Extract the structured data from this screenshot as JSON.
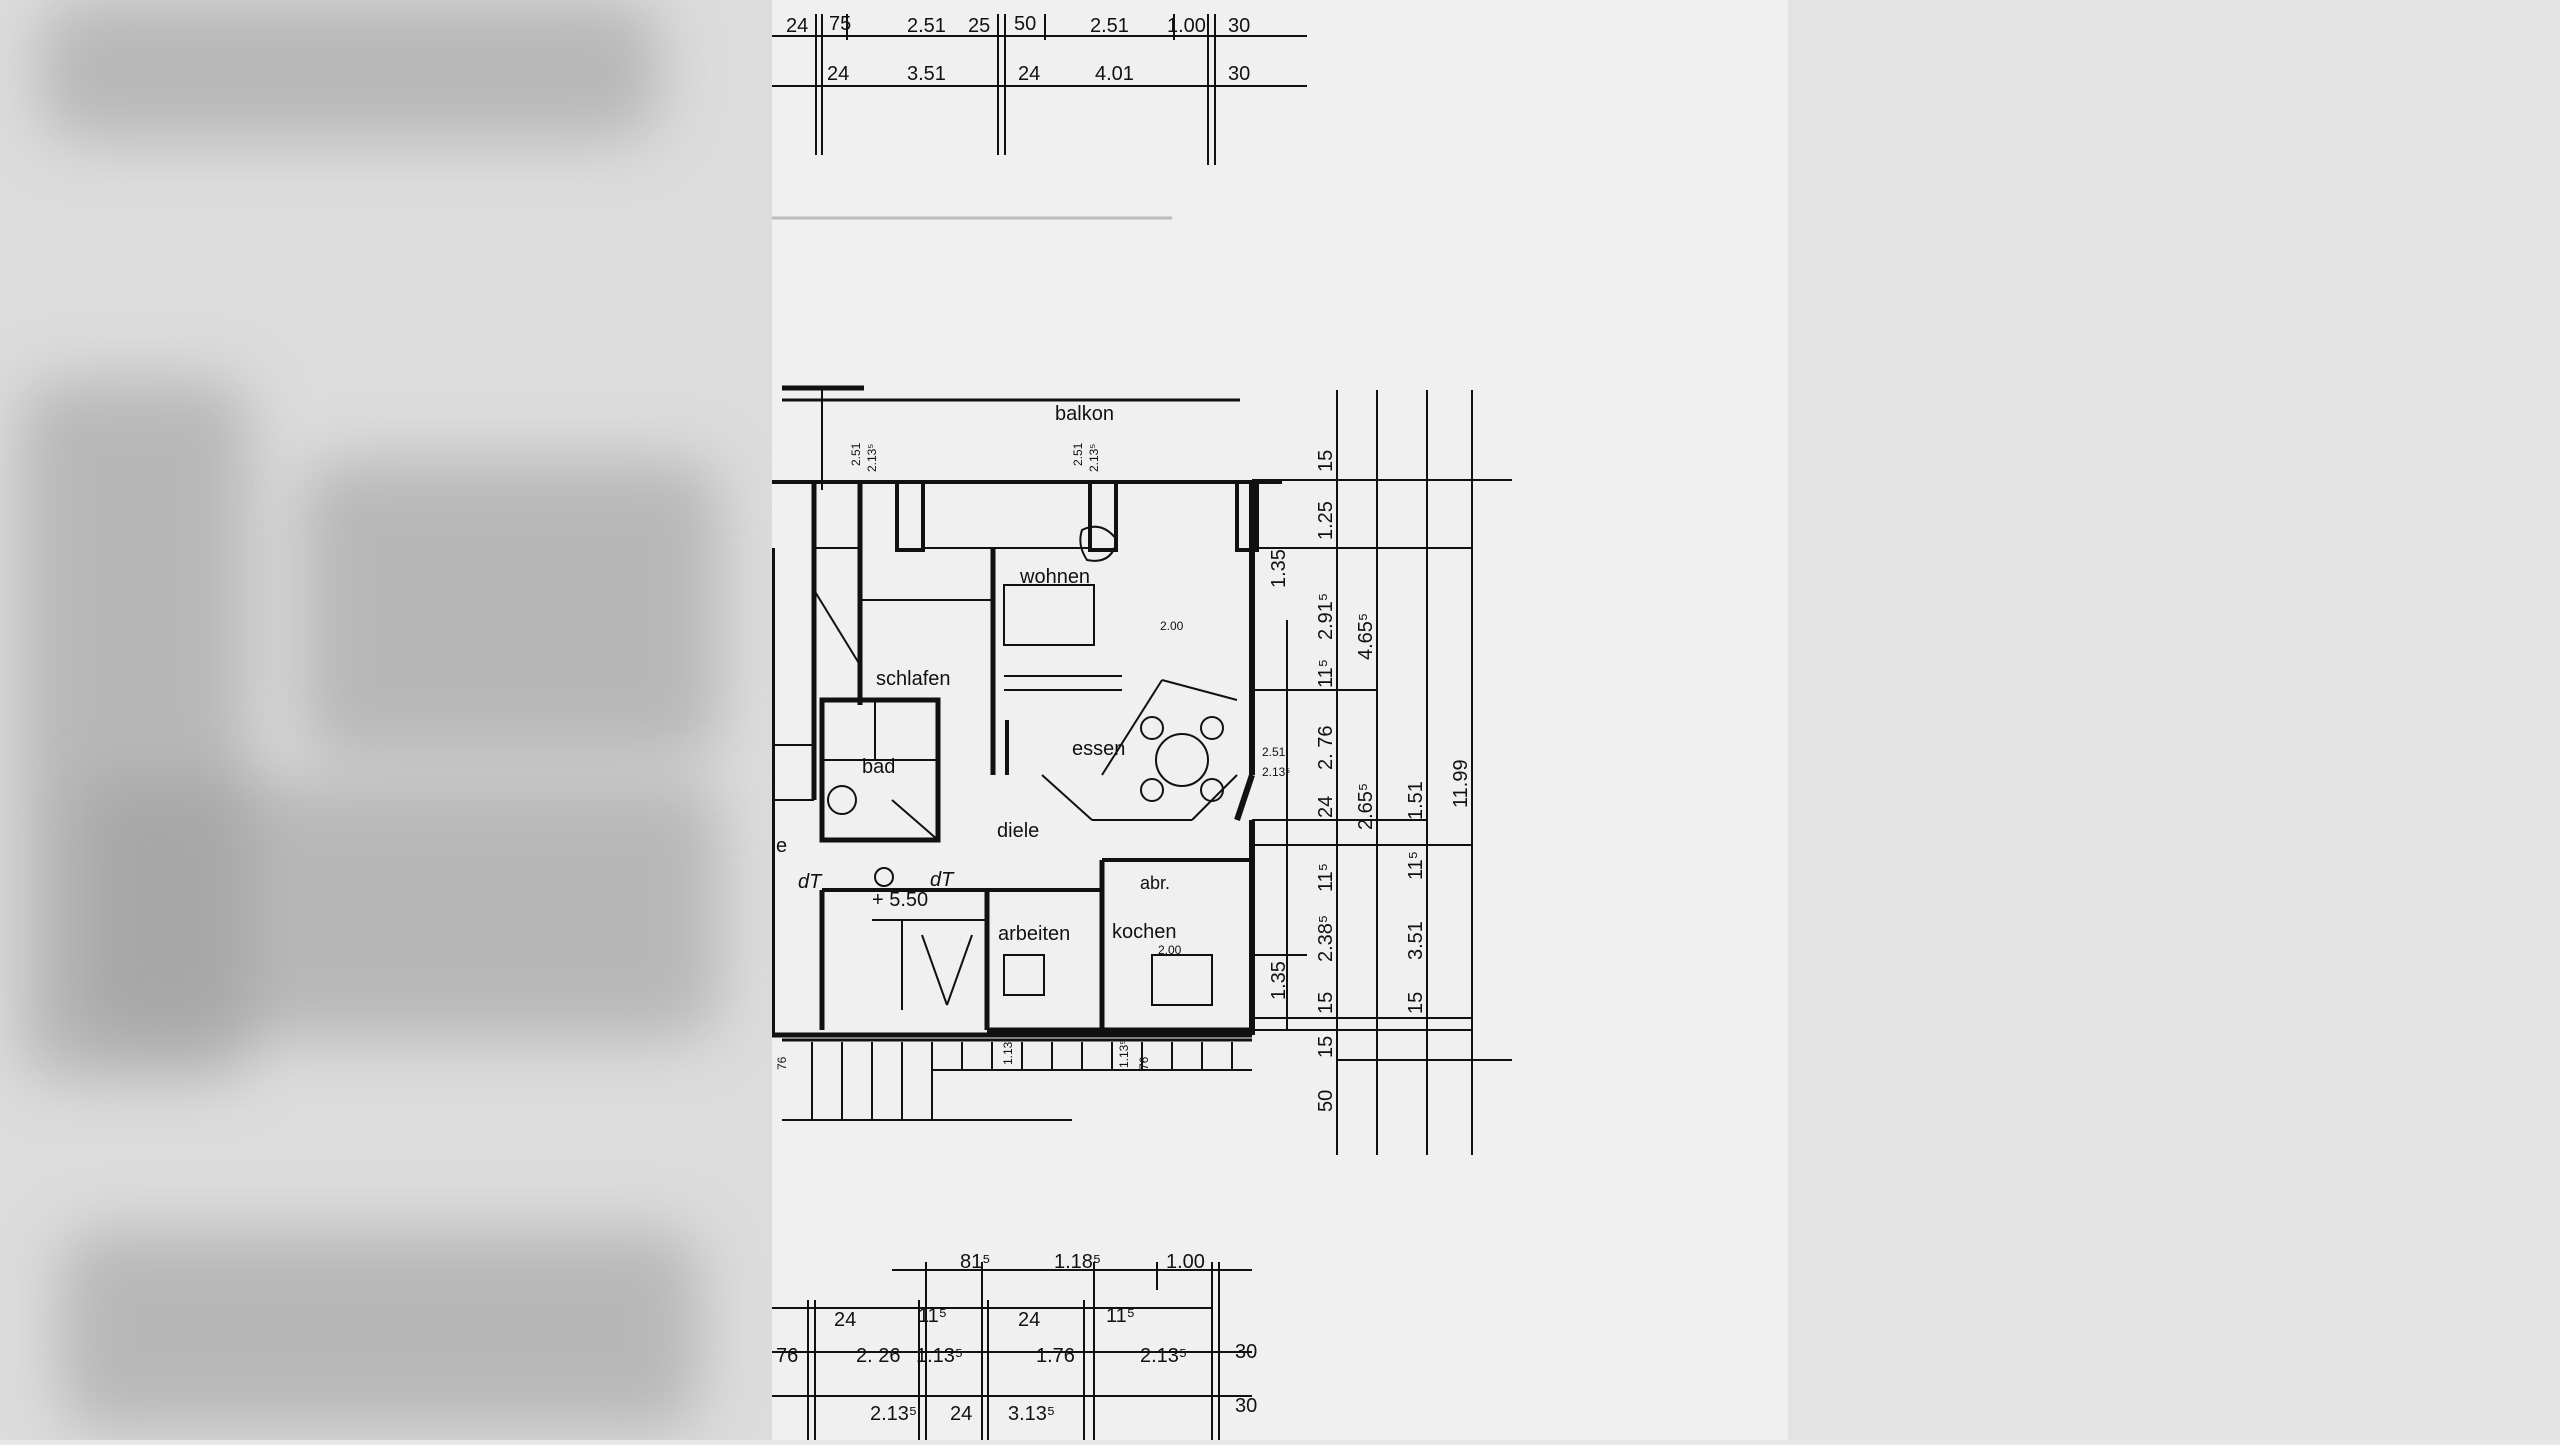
{
  "plan": {
    "rooms": {
      "balkon": "balkon",
      "wohnen": "wohnen",
      "schlafen": "schlafen",
      "essen": "essen",
      "bad": "bad",
      "diele": "diele",
      "abr": "abr.",
      "arbeiten": "arbeiten",
      "kochen": "kochen",
      "e": "e"
    },
    "level": "+ 5.50",
    "dt_left": "dT",
    "dt_right": "dT",
    "top_dims_row1": [
      "24",
      "75",
      "2.51",
      "25",
      "50",
      "2.51",
      "1.00",
      "30"
    ],
    "top_dims_row2": [
      "24",
      "3.51",
      "24",
      "4.01",
      "30"
    ],
    "bottom_dims_row1": [
      "81⁵",
      "1.18⁵",
      "1.00"
    ],
    "bottom_dims_row2": [
      "24",
      "11⁵",
      "24",
      "11⁵"
    ],
    "bottom_dims_row3": [
      "76",
      "2. 26",
      "1.13⁵",
      "1.76",
      "2.13⁵",
      "30"
    ],
    "bottom_dims_row4": [
      "2.13⁵",
      "24",
      "3.13⁵",
      "30"
    ],
    "right_dims_col1": [
      "1.35",
      "1.35"
    ],
    "right_dims_col2": [
      "15",
      "1.25",
      "2.91⁵",
      "11⁵",
      "2. 76",
      "24",
      "11⁵",
      "2.38⁵",
      "15",
      "15",
      "50"
    ],
    "right_dims_col3": [
      "4.65⁵",
      "2.65⁵",
      "11⁵",
      "3.51",
      "15"
    ],
    "right_dims_col4": [
      "1.51",
      "11.99"
    ],
    "window_labels": [
      "2.51",
      "2.13⁵",
      "2.51",
      "2.13⁵",
      "2.51",
      "2.13⁵",
      "2.00",
      "2.00",
      "1.13",
      "1.13⁵"
    ],
    "small_marks": [
      "76",
      "76"
    ]
  }
}
